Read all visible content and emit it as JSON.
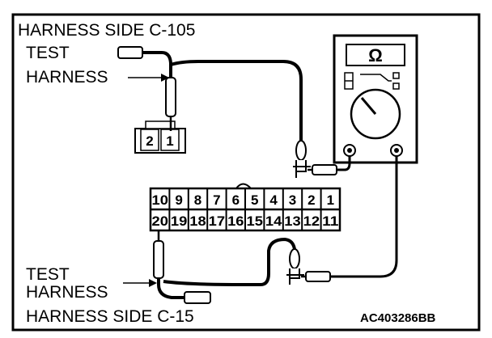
{
  "labels": {
    "harness_side_top": "HARNESS SIDE C-105",
    "test_top": "TEST",
    "harness_top": "HARNESS",
    "test_bottom": "TEST",
    "harness_bottom": "HARNESS",
    "harness_side_bottom": "HARNESS SIDE C-15",
    "figure_code": "AC403286BB"
  },
  "meter": {
    "symbol": "Ω"
  },
  "connector_c105": {
    "pins": [
      "2",
      "1"
    ]
  },
  "connector_c15": {
    "top_row": [
      "10",
      "9",
      "8",
      "7",
      "6",
      "5",
      "4",
      "3",
      "2",
      "1"
    ],
    "bottom_row": [
      "20",
      "19",
      "18",
      "17",
      "16",
      "15",
      "14",
      "13",
      "12",
      "11"
    ]
  }
}
